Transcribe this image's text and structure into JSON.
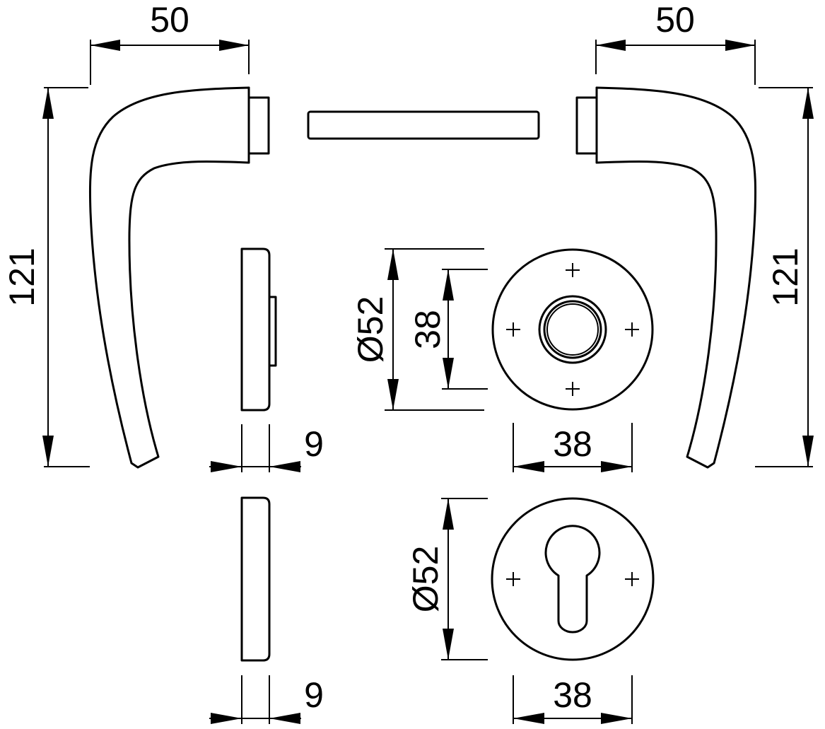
{
  "dimensions": {
    "left_handle_width": "50",
    "right_handle_width": "50",
    "left_handle_height": "121",
    "right_handle_height": "121",
    "rose_diameter": "Ø52",
    "rose_hole_spacing": "38",
    "rose_width": "38",
    "rose_thickness": "9",
    "escutcheon_diameter": "Ø52",
    "escutcheon_width": "38",
    "escutcheon_thickness": "9"
  }
}
